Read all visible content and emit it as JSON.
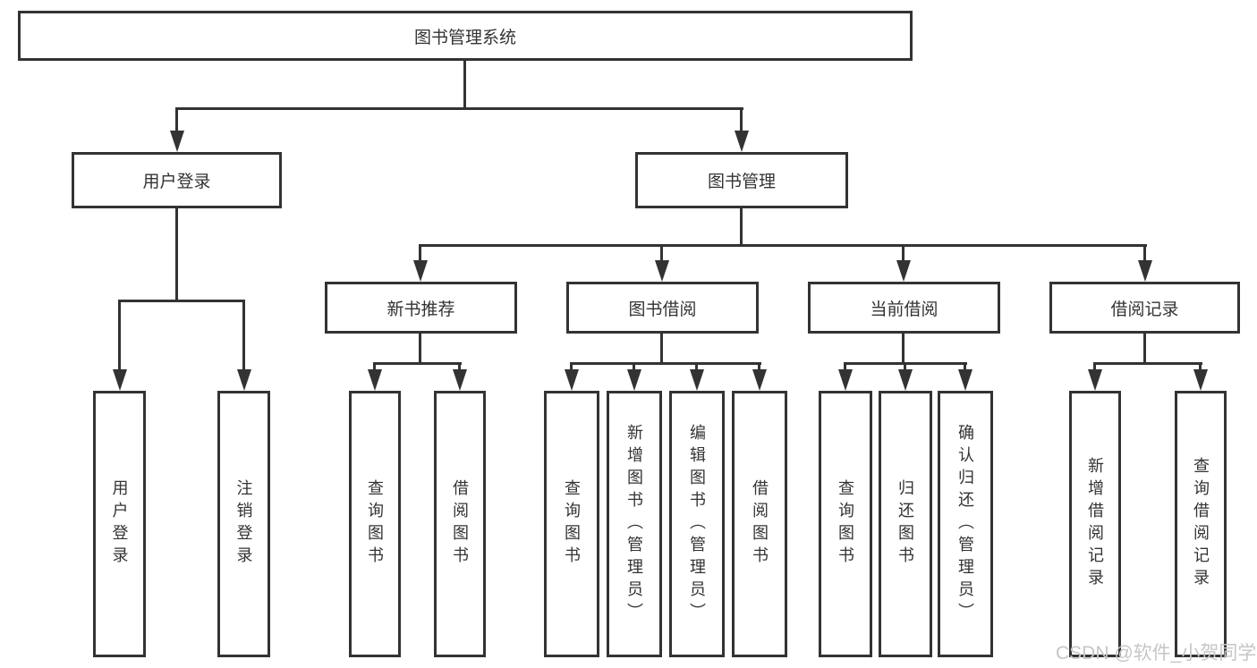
{
  "tree": {
    "root": "图书管理系统",
    "branches": [
      {
        "label": "用户登录",
        "leaves": [
          "用户登录",
          "注销登录"
        ]
      },
      {
        "label": "图书管理",
        "children": [
          {
            "label": "新书推荐",
            "leaves": [
              "查询图书",
              "借阅图书"
            ]
          },
          {
            "label": "图书借阅",
            "leaves": [
              "查询图书",
              "新增图书（管理员）",
              "编辑图书（管理员）",
              "借阅图书"
            ]
          },
          {
            "label": "当前借阅",
            "leaves": [
              "查询图书",
              "归还图书",
              "确认归还（管理员）"
            ]
          },
          {
            "label": "借阅记录",
            "leaves": [
              "新增借阅记录",
              "查询借阅记录"
            ]
          }
        ]
      }
    ],
    "watermark": "CSDN @软件_小贺同学"
  },
  "colors": {
    "line": "#333333",
    "text": "#333333",
    "box_background": "#ffffff",
    "watermark": "#c6c6c6"
  }
}
